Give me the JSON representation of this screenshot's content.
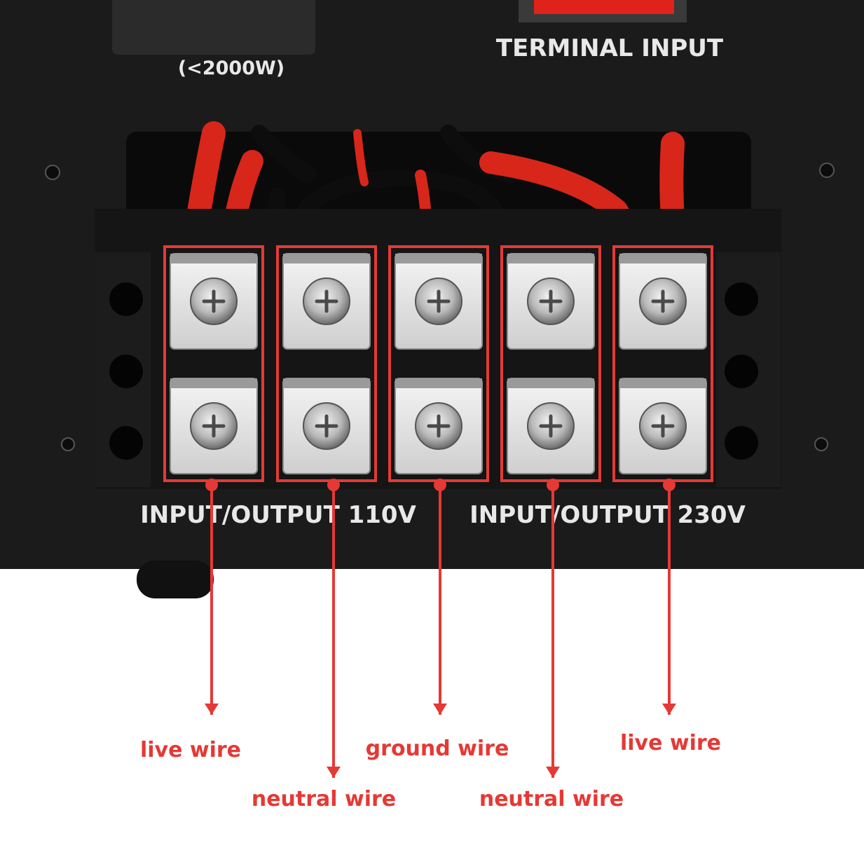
{
  "device": {
    "power_rating": "(<2000W)",
    "switch_label": "TERMINAL INPUT",
    "section_110": "INPUT/OUTPUT 110V",
    "section_230": "INPUT/OUTPUT 230V"
  },
  "terminals": [
    {
      "wire": "live wire"
    },
    {
      "wire": "neutral wire"
    },
    {
      "wire": "ground wire"
    },
    {
      "wire": "neutral wire"
    },
    {
      "wire": "live wire"
    }
  ],
  "colors": {
    "annotation": "#e53935",
    "panel": "#1b1b1b",
    "terminal_block": "#151515",
    "screw_plate": "#d9d9d9",
    "cable_red": "#d8261b",
    "cable_black": "#0d0d0d"
  }
}
